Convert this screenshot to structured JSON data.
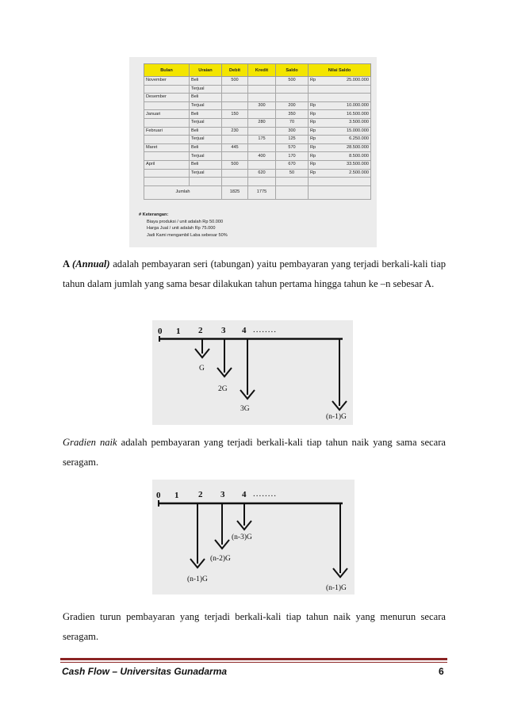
{
  "table": {
    "headers": [
      "Bulan",
      "Uraian",
      "Debit",
      "Kredit",
      "Saldo",
      "Nilai Saldo"
    ],
    "rows": [
      {
        "bulan": "November",
        "uraian": "Beli",
        "debit": "500",
        "kredit": "",
        "saldo": "500",
        "rp": "Rp",
        "nilai": "25.000.000"
      },
      {
        "bulan": "",
        "uraian": "Terjual",
        "debit": "",
        "kredit": "",
        "saldo": "",
        "rp": "",
        "nilai": ""
      },
      {
        "bulan": "Desember",
        "uraian": "Beli",
        "debit": "",
        "kredit": "",
        "saldo": "",
        "rp": "",
        "nilai": ""
      },
      {
        "bulan": "",
        "uraian": "Terjual",
        "debit": "",
        "kredit": "300",
        "saldo": "200",
        "rp": "Rp",
        "nilai": "10.000.000"
      },
      {
        "bulan": "Januari",
        "uraian": "Beli",
        "debit": "150",
        "kredit": "",
        "saldo": "350",
        "rp": "Rp",
        "nilai": "16.500.000"
      },
      {
        "bulan": "",
        "uraian": "Terjual",
        "debit": "",
        "kredit": "280",
        "saldo": "70",
        "rp": "Rp",
        "nilai": "3.500.000"
      },
      {
        "bulan": "Februari",
        "uraian": "Beli",
        "debit": "230",
        "kredit": "",
        "saldo": "300",
        "rp": "Rp",
        "nilai": "15.000.000"
      },
      {
        "bulan": "",
        "uraian": "Terjual",
        "debit": "",
        "kredit": "175",
        "saldo": "125",
        "rp": "Rp",
        "nilai": "6.250.000"
      },
      {
        "bulan": "Maret",
        "uraian": "Beli",
        "debit": "445",
        "kredit": "",
        "saldo": "570",
        "rp": "Rp",
        "nilai": "28.500.000"
      },
      {
        "bulan": "",
        "uraian": "Terjual",
        "debit": "",
        "kredit": "400",
        "saldo": "170",
        "rp": "Rp",
        "nilai": "8.500.000"
      },
      {
        "bulan": "April",
        "uraian": "Beli",
        "debit": "500",
        "kredit": "",
        "saldo": "670",
        "rp": "Rp",
        "nilai": "33.500.000"
      },
      {
        "bulan": "",
        "uraian": "Terjual",
        "debit": "",
        "kredit": "620",
        "saldo": "50",
        "rp": "Rp",
        "nilai": "2.500.000"
      },
      {
        "bulan": "",
        "uraian": "",
        "debit": "",
        "kredit": "",
        "saldo": "",
        "rp": "",
        "nilai": ""
      }
    ],
    "total": {
      "label": "Jumlah",
      "debit": "1825",
      "kredit": "1775"
    },
    "notes": {
      "title": "# Keterangan:",
      "lines": [
        "Biaya produksi / unit adalah Rp 50.000",
        "Harga Jual / unit adalah Rp 75.000",
        "Jadi Kami mengambil Laba sebesar 50%"
      ]
    },
    "header_color": "#f3e500"
  },
  "para_annual": {
    "lead": "A",
    "lead_italic": "(Annual)",
    "text": " adalah pembayaran seri (tabungan) yaitu pembayaran yang terjadi berkali-kali tiap tahun dalam jumlah yang sama besar dilakukan tahun pertama hingga tahun ke –n sebesar A."
  },
  "diagram_naik": {
    "periods": [
      "0",
      "1",
      "2",
      "3",
      "4"
    ],
    "dots": "........",
    "arrows": [
      "G",
      "2G",
      "3G",
      "(n-1)G"
    ]
  },
  "para_naik": {
    "lead": "Gradien naik",
    "text": " adalah pembayaran yang terjadi berkali-kali tiap tahun naik yang sama secara seragam."
  },
  "diagram_turun": {
    "periods": [
      "0",
      "1",
      "2",
      "3",
      "4"
    ],
    "dots": "........",
    "arrows": [
      "(n-1)G",
      "(n-2)G",
      "(n-3)G",
      "(n-1)G"
    ]
  },
  "para_turun": {
    "text": "Gradien turun pembayaran yang terjadi berkali-kali tiap tahun naik yang menurun secara seragam."
  },
  "footer": {
    "title": "Cash Flow – Universitas Gunadarma",
    "page": "6",
    "rule_color": "#8b2323"
  }
}
